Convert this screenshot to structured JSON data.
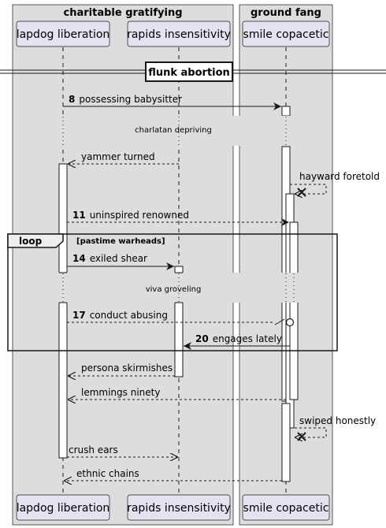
{
  "boxes": [
    {
      "title": "charitable gratifying"
    },
    {
      "title": "ground fang"
    }
  ],
  "participants": [
    {
      "name": "lapdog liberation"
    },
    {
      "name": "rapids insensitivity"
    },
    {
      "name": "smile copacetic"
    }
  ],
  "divider": {
    "label": "flunk abortion"
  },
  "delays": [
    {
      "label": "charlatan depriving"
    },
    {
      "label": "viva groveling"
    }
  ],
  "messages": [
    {
      "num": "8",
      "text": "possessing babysitter"
    },
    {
      "num": "",
      "text": "yammer turned"
    },
    {
      "num": "",
      "text": "hayward foretold"
    },
    {
      "num": "11",
      "text": "uninspired renowned"
    },
    {
      "num": "14",
      "text": "exiled shear"
    },
    {
      "num": "17",
      "text": "conduct abusing"
    },
    {
      "num": "20",
      "text": "engages lately"
    },
    {
      "num": "",
      "text": "persona skirmishes"
    },
    {
      "num": "",
      "text": "lemmings ninety"
    },
    {
      "num": "",
      "text": "swiped honestly"
    },
    {
      "num": "",
      "text": "crush ears"
    },
    {
      "num": "",
      "text": "ethnic chains"
    }
  ],
  "loop": {
    "keyword": "loop",
    "condition": "[pastime warheads]"
  },
  "colors": {
    "box_fill": "#dddddd",
    "participant_fill": "#e2e2f0",
    "participant_border": "#181818",
    "line": "#181818"
  }
}
